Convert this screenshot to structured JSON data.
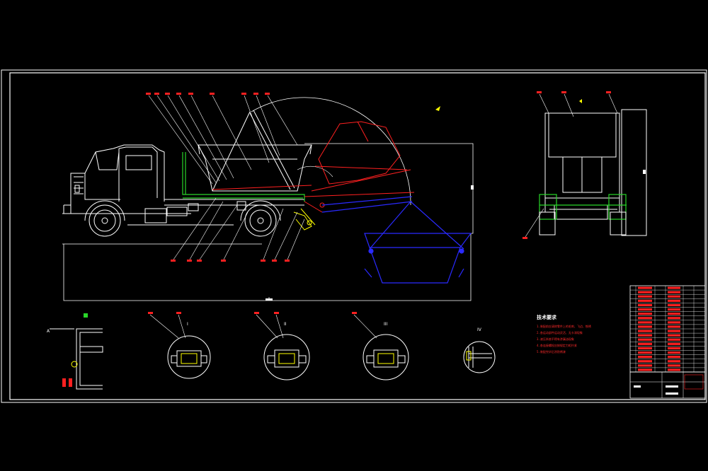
{
  "drawing": {
    "background": "#000000",
    "colors": {
      "frame": "#ffffff",
      "truck": "#ffffff",
      "subframe": "#29d629",
      "arm_raised": "#ff2020",
      "bin_lowered": "#2a2aff",
      "linkage": "#ffff00",
      "leader": "#ffffff",
      "callout_tag": "#ff2020",
      "table_text": "#ff2020"
    },
    "tech_requirements_title": "技术要求",
    "tech_requirements": [
      "1.装配前应清除零件上的毛刺、飞边、铁锈",
      "2.各运动部件运动灵活、无卡滞现象",
      "3.液压系统不得有渗漏油现象",
      "4.各连接螺栓应按规定力矩拧紧",
      "5.装配完毕后涂防锈漆"
    ],
    "side_view_callouts": 16,
    "rear_view_callouts": 4,
    "detail_views": [
      {
        "name": "I"
      },
      {
        "name": "II"
      },
      {
        "name": "III"
      },
      {
        "name": "IV"
      }
    ],
    "parts_table_rows": 20
  }
}
